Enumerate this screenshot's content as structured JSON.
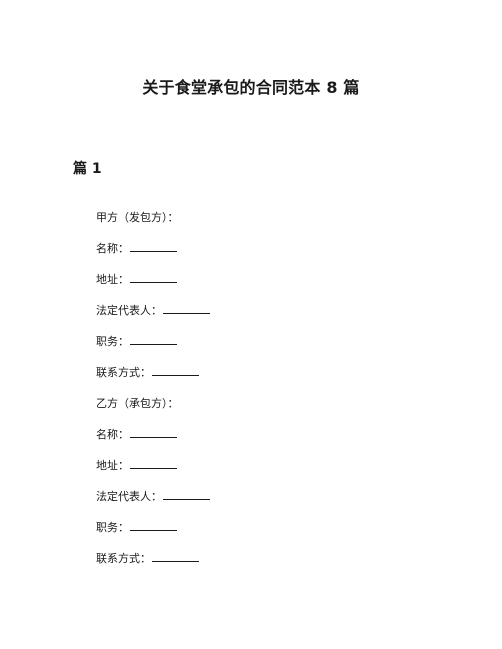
{
  "document": {
    "title": "关于食堂承包的合同范本 8 篇",
    "section": {
      "heading": "篇 1",
      "lines": [
        {
          "text": "甲方（发包方）：",
          "blank": false
        },
        {
          "text": "名称：",
          "blank": true
        },
        {
          "text": "地址：",
          "blank": true
        },
        {
          "text": "法定代表人：",
          "blank": true
        },
        {
          "text": "职务：",
          "blank": true
        },
        {
          "text": "联系方式：",
          "blank": true
        },
        {
          "text": "乙方（承包方）：",
          "blank": false
        },
        {
          "text": "名称：",
          "blank": true
        },
        {
          "text": "地址：",
          "blank": true
        },
        {
          "text": "法定代表人：",
          "blank": true
        },
        {
          "text": "职务：",
          "blank": true
        },
        {
          "text": "联系方式：",
          "blank": true
        }
      ]
    }
  }
}
